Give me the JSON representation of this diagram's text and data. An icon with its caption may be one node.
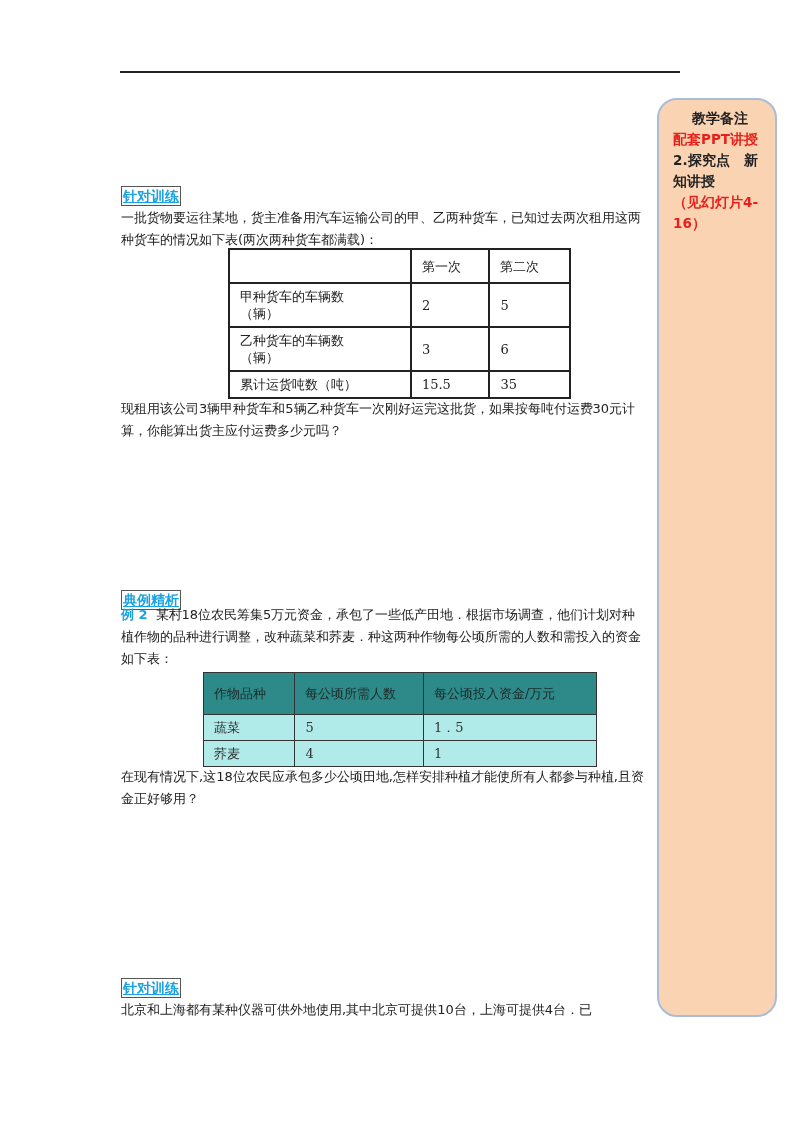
{
  "diagram": {
    "nodes": [
      {
        "text": [
          "针对训练"
        ]
      },
      {
        "text": [
          "典例精析"
        ]
      },
      {
        "text": [
          "针对训练"
        ]
      },
      {
        "text": [
          "教学备注",
          "配套PPT讲授",
          "2.探究点　新知讲授",
          "（见幻灯片4-16）"
        ]
      }
    ],
    "labels": [
      "一批货物要运往某地，货主准备用汽车运输公司的甲、乙两种货车，已知过去两次租用这两种货车的情况如下表(两次两种货车都满载)：",
      "第一次",
      "第二次",
      "甲种货车的车辆数（辆）",
      "2",
      "5",
      "乙种货车的车辆数（辆）",
      "3",
      "6",
      "累计运货吨数（吨）",
      "15.5",
      "35",
      "现租用该公司3辆甲种货车和5辆乙种货车一次刚好运完这批货，如果按每吨付运费30元计算，你能算出货主应付运费多少元吗？",
      "例 2",
      "某村18位农民筹集5万元资金，承包了一些低产田地．根据市场调查，他们计划对种植作物的品种进行调整，改种蔬菜和荞麦．种这两种作物每公顷所需的人数和需投入的资金如下表：",
      "作物品种",
      "每公顷所需人数",
      "每公顷投入资金/万元",
      "蔬菜",
      "5",
      "1．5",
      "荞麦",
      "4",
      "1",
      "在现有情况下,这18位农民应承包多少公顷田地,怎样安排种植才能使所有人都参与种植,且资金正好够用？",
      "北京和上海都有某种仪器可供外地使用,其中北京可提供10台，上海可提供4台．已"
    ]
  }
}
